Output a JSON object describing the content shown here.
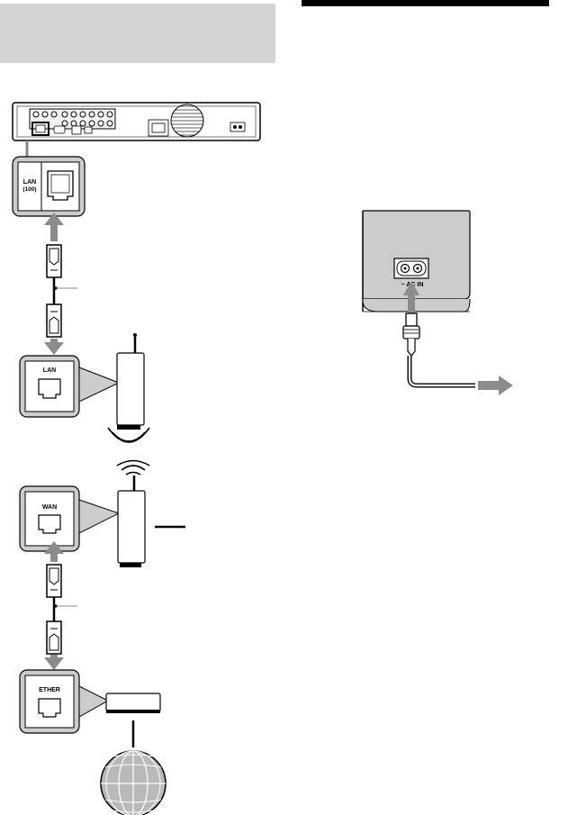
{
  "labels": {
    "lan100_line1": "LAN",
    "lan100_line2": "(100)",
    "lan": "LAN",
    "wan": "WAN",
    "ether": "ETHER",
    "ac_in": "~ AC IN"
  },
  "colors": {
    "header_gray": "#d4d4d4",
    "panel_gray": "#cccccc",
    "arrow_gray": "#8c8c8c",
    "device_gray": "#d9d9d9"
  }
}
